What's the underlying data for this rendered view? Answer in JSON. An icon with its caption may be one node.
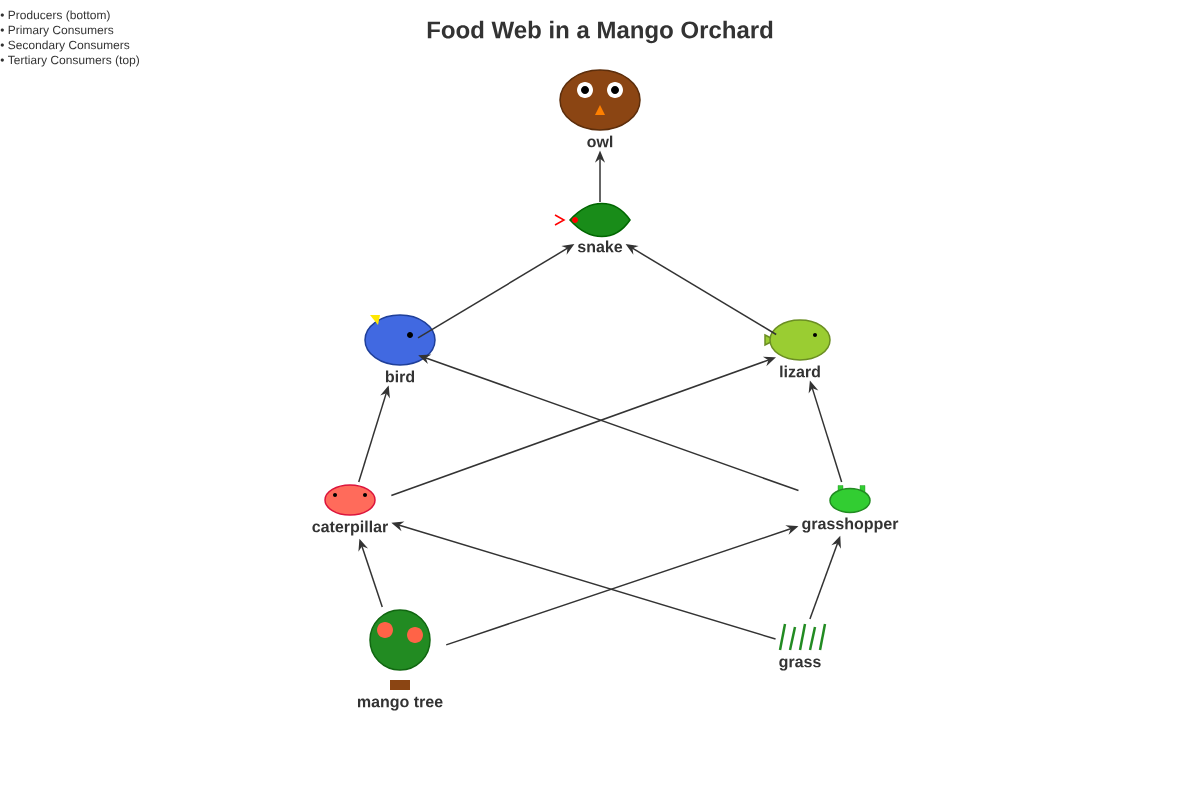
{
  "diagram": {
    "title": "Food Web in a Mango Orchard",
    "nodes": [
      {
        "text": [
          "owl"
        ]
      },
      {
        "text": [
          "snake"
        ]
      },
      {
        "text": [
          "bird"
        ]
      },
      {
        "text": [
          "lizard"
        ]
      },
      {
        "text": [
          "caterpillar"
        ]
      },
      {
        "text": [
          "grasshopper"
        ]
      },
      {
        "text": [
          "mango tree"
        ]
      },
      {
        "text": [
          "grass"
        ]
      }
    ],
    "edges": [
      {
        "from": 1,
        "to": 0,
        "arrow": "to"
      },
      {
        "from": 2,
        "to": 1,
        "arrow": "to"
      },
      {
        "from": 3,
        "to": 1,
        "arrow": "to"
      },
      {
        "from": 4,
        "to": 2,
        "arrow": "to"
      },
      {
        "from": 4,
        "to": 3,
        "arrow": "to"
      },
      {
        "from": 5,
        "to": 2,
        "arrow": "to"
      },
      {
        "from": 5,
        "to": 3,
        "arrow": "to"
      },
      {
        "from": 6,
        "to": 4,
        "arrow": "to"
      },
      {
        "from": 6,
        "to": 5,
        "arrow": "to"
      },
      {
        "from": 7,
        "to": 4,
        "arrow": "to"
      },
      {
        "from": 7,
        "to": 5,
        "arrow": "to"
      }
    ],
    "labels": [
      "• Producers (bottom)",
      "• Primary Consumers",
      "• Secondary Consumers",
      "• Tertiary Consumers (top)"
    ]
  }
}
